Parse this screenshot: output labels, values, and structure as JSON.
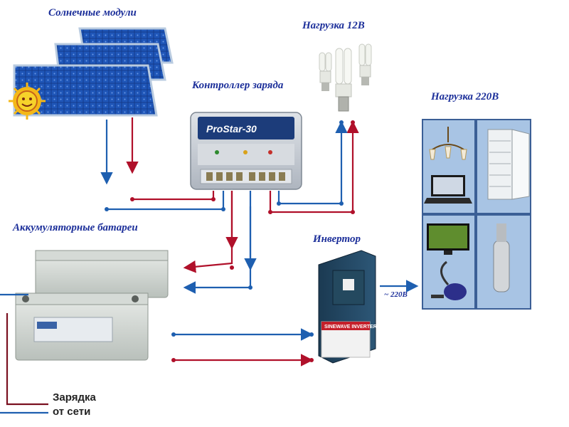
{
  "labels": {
    "solar_modules": "Солнечные модули",
    "load_12v": "Нагрузка 12В",
    "charge_controller": "Контроллер заряда",
    "load_220v": "Нагрузка 220В",
    "batteries": "Аккумуляторные батареи",
    "inverter": "Инвертор",
    "ac_voltage": "~ 220В",
    "grid_charge_line1": "Зарядка",
    "grid_charge_line2": "от сети"
  },
  "devices": {
    "controller_brand": "ProStar-30",
    "inverter_brand": "SINEWAVE INVERTER"
  },
  "colors": {
    "label_text": "#1c2f9a",
    "positive_wire": "#b0102a",
    "negative_wire": "#1e5fb0",
    "panel_frame": "#9fb8d6",
    "load_box_fill": "#a8c4e4",
    "load_box_border": "#3b5f96"
  }
}
